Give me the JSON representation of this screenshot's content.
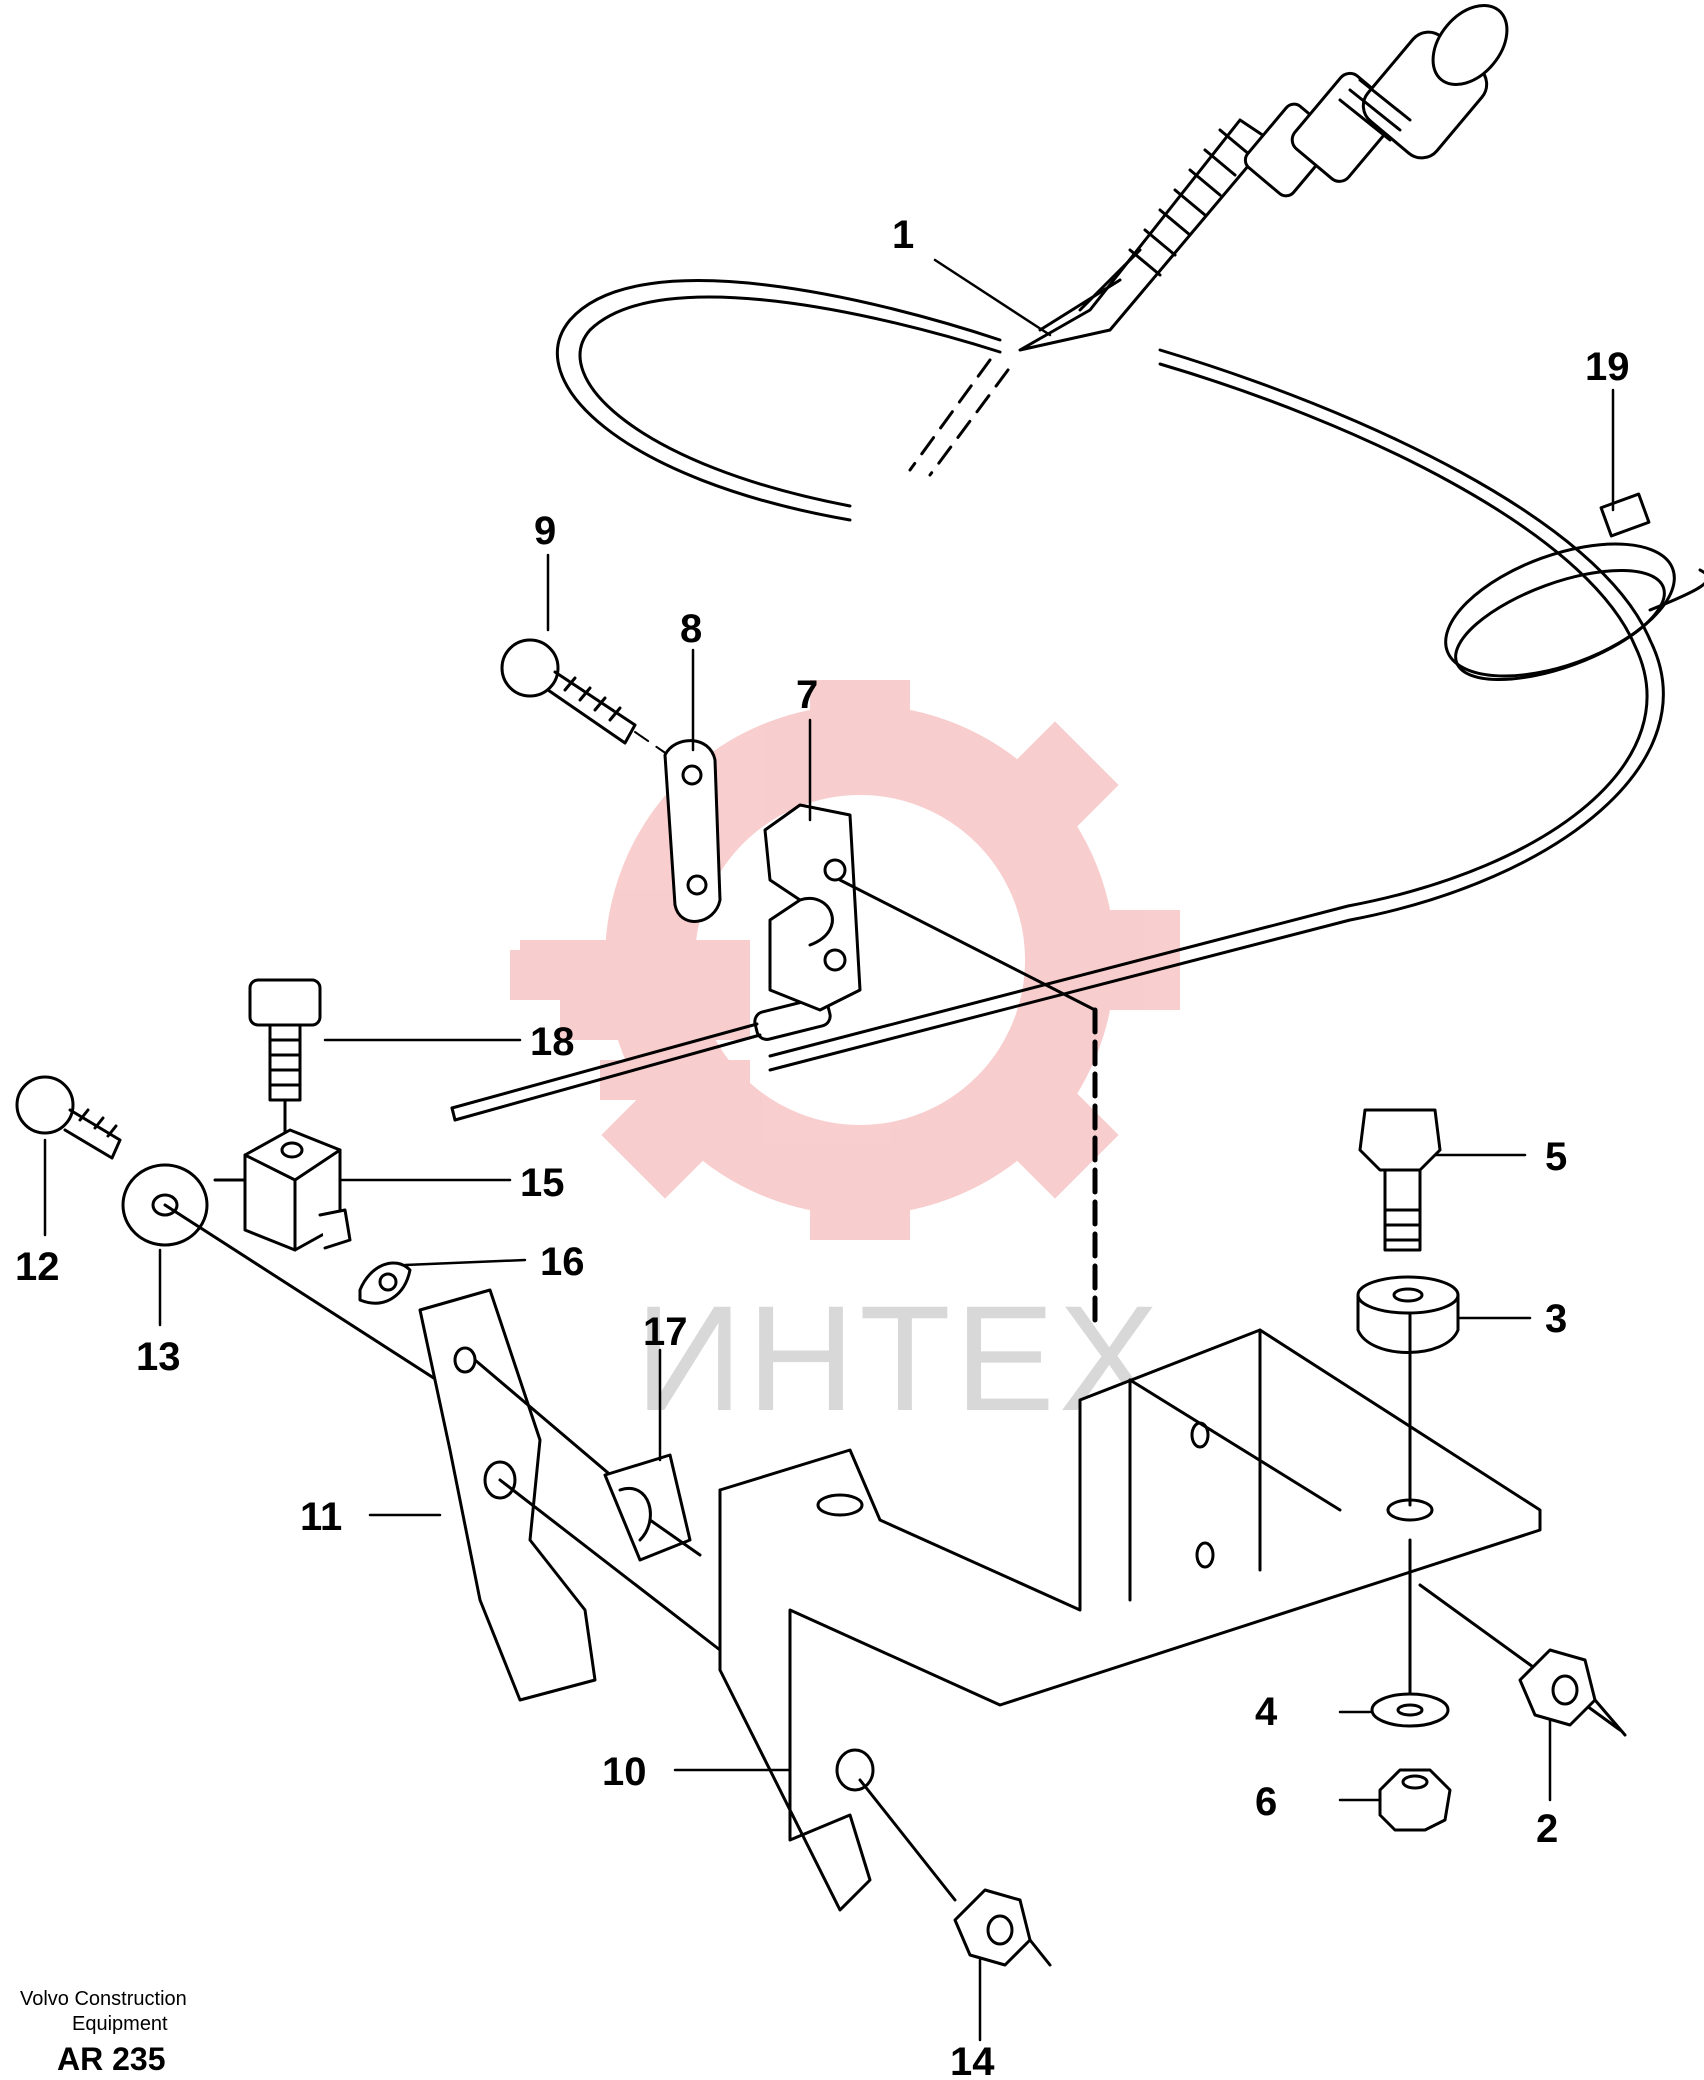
{
  "diagram": {
    "labels": [
      "1",
      "2",
      "3",
      "4",
      "5",
      "6",
      "7",
      "8",
      "9",
      "10",
      "11",
      "12",
      "13",
      "14",
      "15",
      "16",
      "17",
      "18",
      "19"
    ]
  },
  "watermark": {
    "text": "ИНТЕХ",
    "color": "#f4b6b6"
  },
  "footer": {
    "company_line1": "Volvo Construction",
    "company_line2": "Equipment",
    "code": "AR 235"
  }
}
